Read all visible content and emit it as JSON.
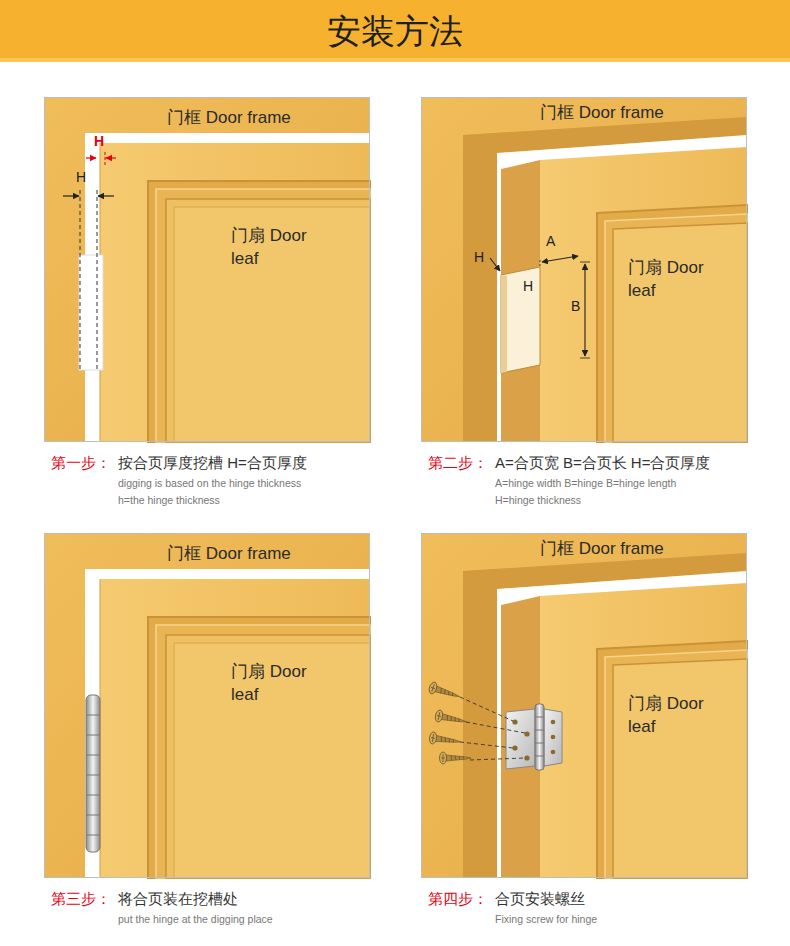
{
  "diagram": {
    "title": "安装方法",
    "nodes": [
      {
        "text": [
          "第一步：",
          "按合页厚度挖槽 H=合页厚度",
          "digging is based on the hinge thickness",
          "h=the hinge thickness"
        ]
      },
      {
        "text": [
          "门框 Door frame"
        ],
        "in": 0
      },
      {
        "text": [
          "门扇 Door leaf"
        ],
        "in": 0
      },
      {
        "text": [
          "第二步：",
          "A=合页宽 B=合页长 H=合页厚度",
          "A=hinge width B=hinge B=hinge length",
          "H=hinge thickness"
        ]
      },
      {
        "text": [
          "门框 Door frame"
        ],
        "in": 3
      },
      {
        "text": [
          "门扇 Door leaf"
        ],
        "in": 3
      },
      {
        "text": [
          "第三步：",
          "将合页装在挖槽处",
          "put the hinge at the digging place"
        ]
      },
      {
        "text": [
          "门框 Door frame"
        ],
        "in": 6
      },
      {
        "text": [
          "门扇 Door leaf"
        ],
        "in": 6
      },
      {
        "text": [
          "第四步：",
          "合页安装螺丝",
          "Fixing screw for hinge"
        ]
      },
      {
        "text": [
          "门框 Door frame"
        ],
        "in": 9
      },
      {
        "text": [
          "门扇 Door leaf"
        ],
        "in": 9
      }
    ],
    "labels": [
      "H",
      "H",
      "H",
      "A",
      "H",
      "B"
    ]
  }
}
